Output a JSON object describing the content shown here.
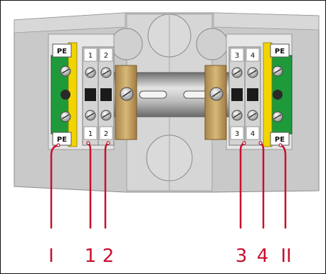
{
  "terminal_labels": {
    "pe_top_left": "PE",
    "pe_bottom_left": "PE",
    "pe_top_right": "PE",
    "pe_bottom_right": "PE",
    "left_top_1": "1",
    "left_top_2": "2",
    "left_bottom_1": "1",
    "left_bottom_2": "2",
    "right_top_3": "3",
    "right_top_4": "4",
    "right_bottom_3": "3",
    "right_bottom_4": "4"
  },
  "callouts": {
    "left_pe": "I",
    "terminal_1": "1",
    "terminal_2": "2",
    "terminal_3": "3",
    "terminal_4": "4",
    "right_pe": "II"
  },
  "colors": {
    "callout": "#c8102e",
    "housing": "#c9c9c9",
    "housing_light": "#e6e6e6",
    "terminal_body": "#d4d4d4",
    "ground_green": "#1e9a3a",
    "ground_yellow": "#f2d500",
    "brass": "#c8a464",
    "rail": "#9a9a9a"
  }
}
